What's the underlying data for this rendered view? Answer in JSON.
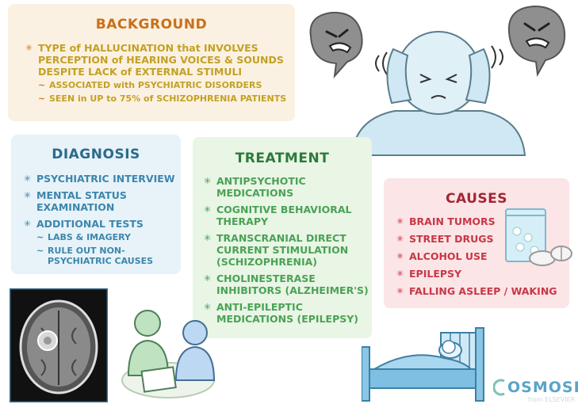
{
  "background": {
    "title": "BACKGROUND",
    "point": "TYPE of HALLUCINATION that INVOLVES PERCEPTION of HEARING VOICES & SOUNDS DESPITE LACK of EXTERNAL STIMULI",
    "subpoints": [
      "ASSOCIATED with PSYCHIATRIC DISORDERS",
      "SEEN in UP to 75% of SCHIZOPHRENIA PATIENTS"
    ]
  },
  "diagnosis": {
    "title": "DIAGNOSIS",
    "items": [
      "PSYCHIATRIC INTERVIEW",
      "MENTAL STATUS EXAMINATION",
      "ADDITIONAL TESTS"
    ],
    "subitems": [
      "LABS & IMAGERY",
      "RULE OUT NON-PSYCHIATRIC CAUSES"
    ]
  },
  "treatment": {
    "title": "TREATMENT",
    "items": [
      "ANTIPSYCHOTIC MEDICATIONS",
      "COGNITIVE BEHAVIORAL THERAPY",
      "TRANSCRANIAL DIRECT CURRENT STIMULATION (SCHIZOPHRENIA)",
      "CHOLINESTERASE INHIBITORS (ALZHEIMER'S)",
      "ANTI-EPILEPTIC MEDICATIONS (EPILEPSY)"
    ]
  },
  "causes": {
    "title": "CAUSES",
    "items": [
      "BRAIN TUMORS",
      "STREET DRUGS",
      "ALCOHOL USE",
      "EPILEPSY",
      "FALLING ASLEEP / WAKING"
    ]
  },
  "logo": {
    "name": "OSMOSIS",
    "sub": "from ELSEVIER"
  },
  "colors": {
    "background_accent": "#c9701a",
    "diagnosis_accent": "#2c6a8c",
    "treatment_accent": "#2e7a3a",
    "causes_accent": "#a32632",
    "logo": "#5aa4c8"
  },
  "illustrations": [
    "person-covering-ears-icon",
    "angry-voice-bubble-icon",
    "brain-mri-scan-icon",
    "doctor-patient-interview-icon",
    "pills-bag-icon",
    "person-in-bed-icon"
  ]
}
